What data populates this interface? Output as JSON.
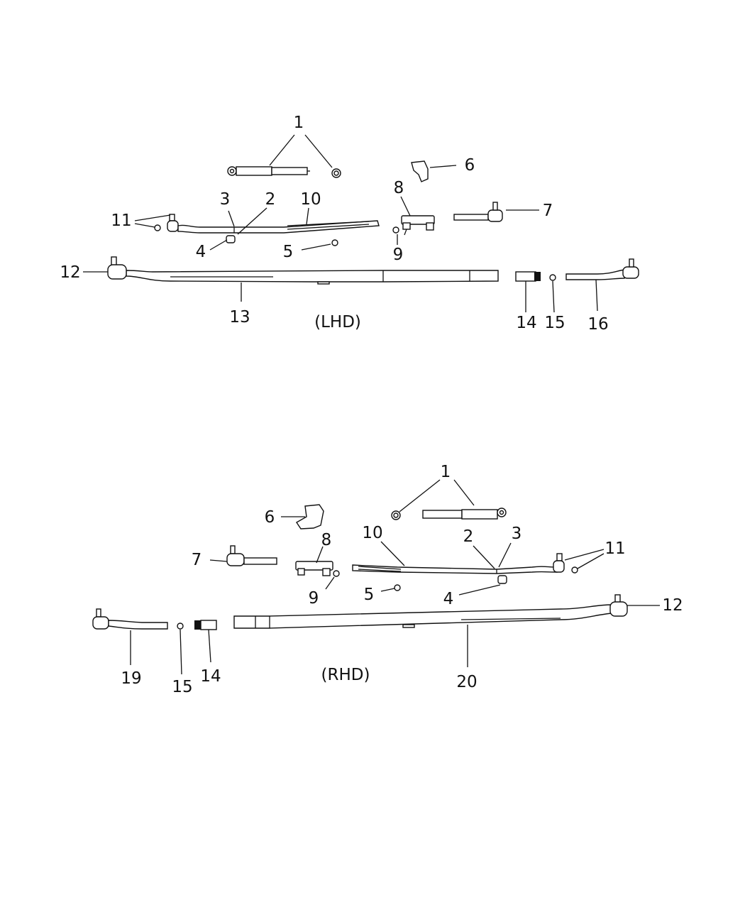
{
  "diagram": {
    "lhd": {
      "caption": "(LHD)",
      "callouts": [
        "1",
        "6",
        "8",
        "3",
        "2",
        "10",
        "7",
        "11",
        "4",
        "5",
        "9",
        "12",
        "13",
        "14",
        "15",
        "16"
      ]
    },
    "rhd": {
      "caption": "(RHD)",
      "callouts": [
        "1",
        "6",
        "10",
        "2",
        "3",
        "8",
        "11",
        "7",
        "9",
        "5",
        "4",
        "12",
        "19",
        "15",
        "14",
        "20"
      ]
    }
  }
}
